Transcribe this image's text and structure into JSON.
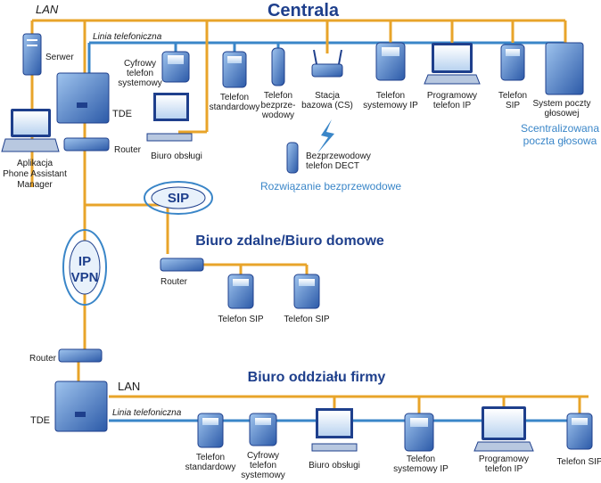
{
  "labels": {
    "centrala": "Centrala",
    "lan_hq": "LAN",
    "linia_hq": "Linia telefoniczna",
    "serwer": "Serwer",
    "tde_hq": "TDE",
    "router_hq": "Router",
    "aplikacja": [
      "Aplikacja",
      "Phone Assistant",
      "Manager"
    ],
    "cyfrowy": [
      "Cyfrowy",
      "telefon",
      "systemowy"
    ],
    "biuro_obslugi": "Biuro obsługi",
    "telefon_std": [
      "Telefon",
      "standardowy"
    ],
    "bezprz": [
      "Telefon",
      "bezprze-",
      "wodowy"
    ],
    "stacja": [
      "Stacja",
      "bazowa (CS)"
    ],
    "sys_ip": [
      "Telefon",
      "systemowy IP"
    ],
    "prog_ip": [
      "Programowy",
      "telefon IP"
    ],
    "sip_hq": [
      "Telefon",
      "SIP"
    ],
    "poczta": [
      "System poczty",
      "głosowej"
    ],
    "scentral": [
      "Scentralizowana",
      "poczta głosowa"
    ],
    "dect": [
      "Bezprzewodowy",
      "telefon DECT"
    ],
    "rozwiazanie": "Rozwiązanie bezprzewodowe",
    "sip_badge": "SIP",
    "vpn_badge": [
      "IP",
      "VPN"
    ],
    "biuro_zdalne": "Biuro zdalne/Biuro domowe",
    "router_remote": "Router",
    "sip_remote_1": "Telefon SIP",
    "sip_remote_2": "Telefon SIP",
    "router_branch": "Router",
    "biuro_oddzialu": "Biuro oddziału firmy",
    "lan_branch": "LAN",
    "linia_branch": "Linia telefoniczna",
    "tde_branch": "TDE",
    "b_std": [
      "Telefon",
      "standardowy"
    ],
    "b_cyf": [
      "Cyfrowy",
      "telefon",
      "systemowy"
    ],
    "b_obslugi": "Biuro obsługi",
    "b_sys": [
      "Telefon",
      "systemowy IP"
    ],
    "b_prog": [
      "Programowy",
      "telefon IP"
    ],
    "b_sip": "Telefon SIP"
  },
  "colors": {
    "lan_line": "#e8a42a",
    "phone_line": "#3a86c8",
    "title": "#1e3f8c",
    "accent_text": "#3a86c8"
  },
  "icons": [
    "serwer-icon",
    "laptop-icon",
    "tde-icon",
    "router-icon",
    "phone-icon",
    "computer-icon",
    "base-station-icon",
    "voicemail-system-icon",
    "sip-cloud-icon",
    "vpn-cloud-icon",
    "wireless-signal-icon"
  ]
}
